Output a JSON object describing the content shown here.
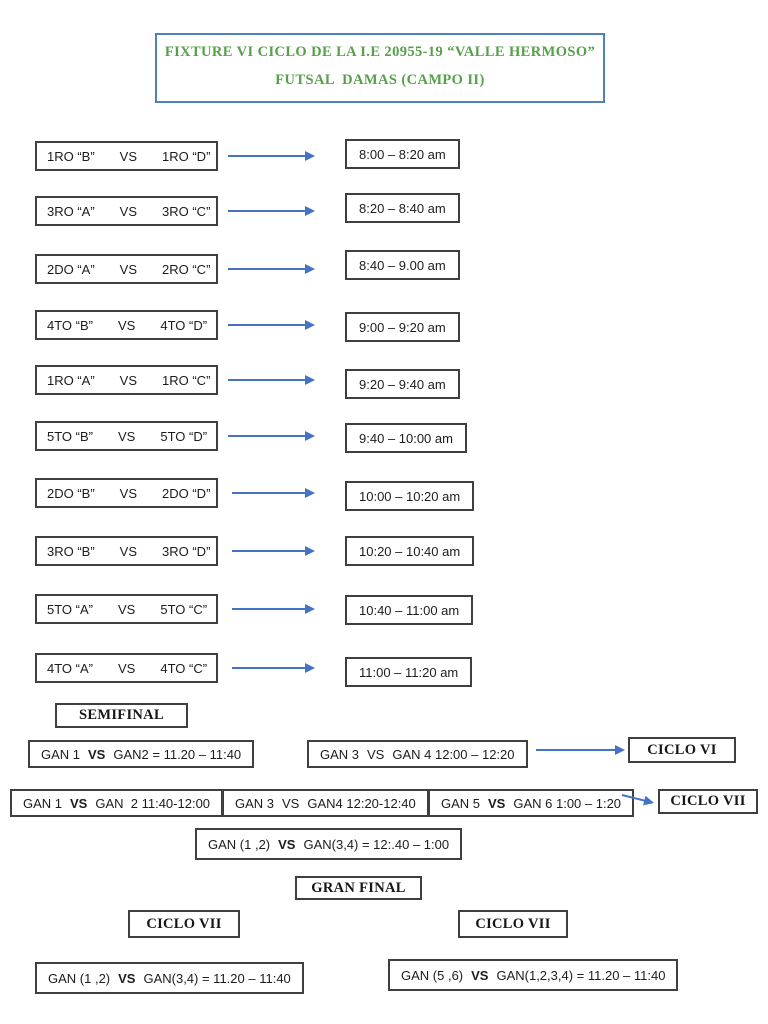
{
  "title": {
    "line1": "FIXTURE VI CICLO DE LA I.E 20955-19 “VALLE HERMOSO”",
    "line2": "FUTSAL  DAMAS (CAMPO II)"
  },
  "colors": {
    "title_green": "#55a049",
    "border_blue": "#4f81bd",
    "arrow_blue": "#4472c4",
    "box_border": "#3f3f3f",
    "text_dark": "#1c1c1c"
  },
  "schedule": {
    "matches": [
      {
        "home": "1RO “B”",
        "vs": "VS",
        "away": "1RO “D”",
        "time": "8:00 – 8:20 am"
      },
      {
        "home": "3RO “A”",
        "vs": "VS",
        "away": "3RO “C”",
        "time": "8:20 – 8:40 am"
      },
      {
        "home": "2DO “A”",
        "vs": "VS",
        "away": "2RO “C”",
        "time": "8:40 – 9.00 am"
      },
      {
        "home": "4TO “B”",
        "vs": "VS",
        "away": "4TO “D”",
        "time": "9:00 – 9:20 am"
      },
      {
        "home": "1RO “A”",
        "vs": "VS",
        "away": "1RO “C”",
        "time": "9:20 – 9:40 am"
      },
      {
        "home": "5TO “B”",
        "vs": "VS",
        "away": "5TO “D”",
        "time": "9:40 – 10:00 am"
      },
      {
        "home": "2DO “B”",
        "vs": "VS",
        "away": "2DO “D”",
        "time": "10:00 – 10:20 am"
      },
      {
        "home": "3RO “B”",
        "vs": "VS",
        "away": "3RO “D”",
        "time": "10:20 – 10:40 am"
      },
      {
        "home": "5TO “A”",
        "vs": "VS",
        "away": "5TO “C”",
        "time": "10:40 – 11:00 am"
      },
      {
        "home": "4TO “A”",
        "vs": "VS",
        "away": "4TO “C”",
        "time": "11:00 – 11:20 am"
      }
    ]
  },
  "semifinal": {
    "header": "SEMIFINAL",
    "row1": [
      {
        "pre": "GAN 1",
        "vs": "VS",
        "post": "GAN2 = 11.20 – 11:40",
        "vs_class": "vs-bold"
      },
      {
        "pre": "GAN 3",
        "vs": "VS",
        "post": "GAN 4 12:00 – 12:20",
        "vs_class": "vs-normal"
      }
    ],
    "ciclo_vi": "CICLO VI",
    "row2": [
      {
        "pre": "GAN 1",
        "vs": "VS",
        "post": "GAN  2 11:40-12:00",
        "vs_class": "vs-bold"
      },
      {
        "pre": "GAN 3",
        "vs": "VS",
        "post": "GAN4 12:20-12:40",
        "vs_class": "vs-normal"
      },
      {
        "pre": "GAN 5",
        "vs": "VS",
        "post": "GAN 6 1:00 – 1:20",
        "vs_class": "vs-bold"
      }
    ],
    "ciclo_vii": "CICLO VII",
    "row3": {
      "pre": "GAN (1 ,2)",
      "vs": "VS",
      "post": "GAN(3,4) = 12:.40 – 1:00",
      "vs_class": "vs-bold"
    }
  },
  "final": {
    "header": "GRAN FINAL",
    "left": {
      "ciclo": "CICLO VII",
      "match": {
        "pre": "GAN (1 ,2)",
        "vs": "VS",
        "post": "GAN(3,4) = 11.20 – 11:40",
        "vs_class": "vs-bold"
      }
    },
    "right": {
      "ciclo": "CICLO VII",
      "match": {
        "pre": "GAN (5 ,6)",
        "vs": "VS",
        "post": "GAN(1,2,3,4) = 11.20 – 11:40",
        "vs_class": "vs-bold"
      }
    }
  }
}
